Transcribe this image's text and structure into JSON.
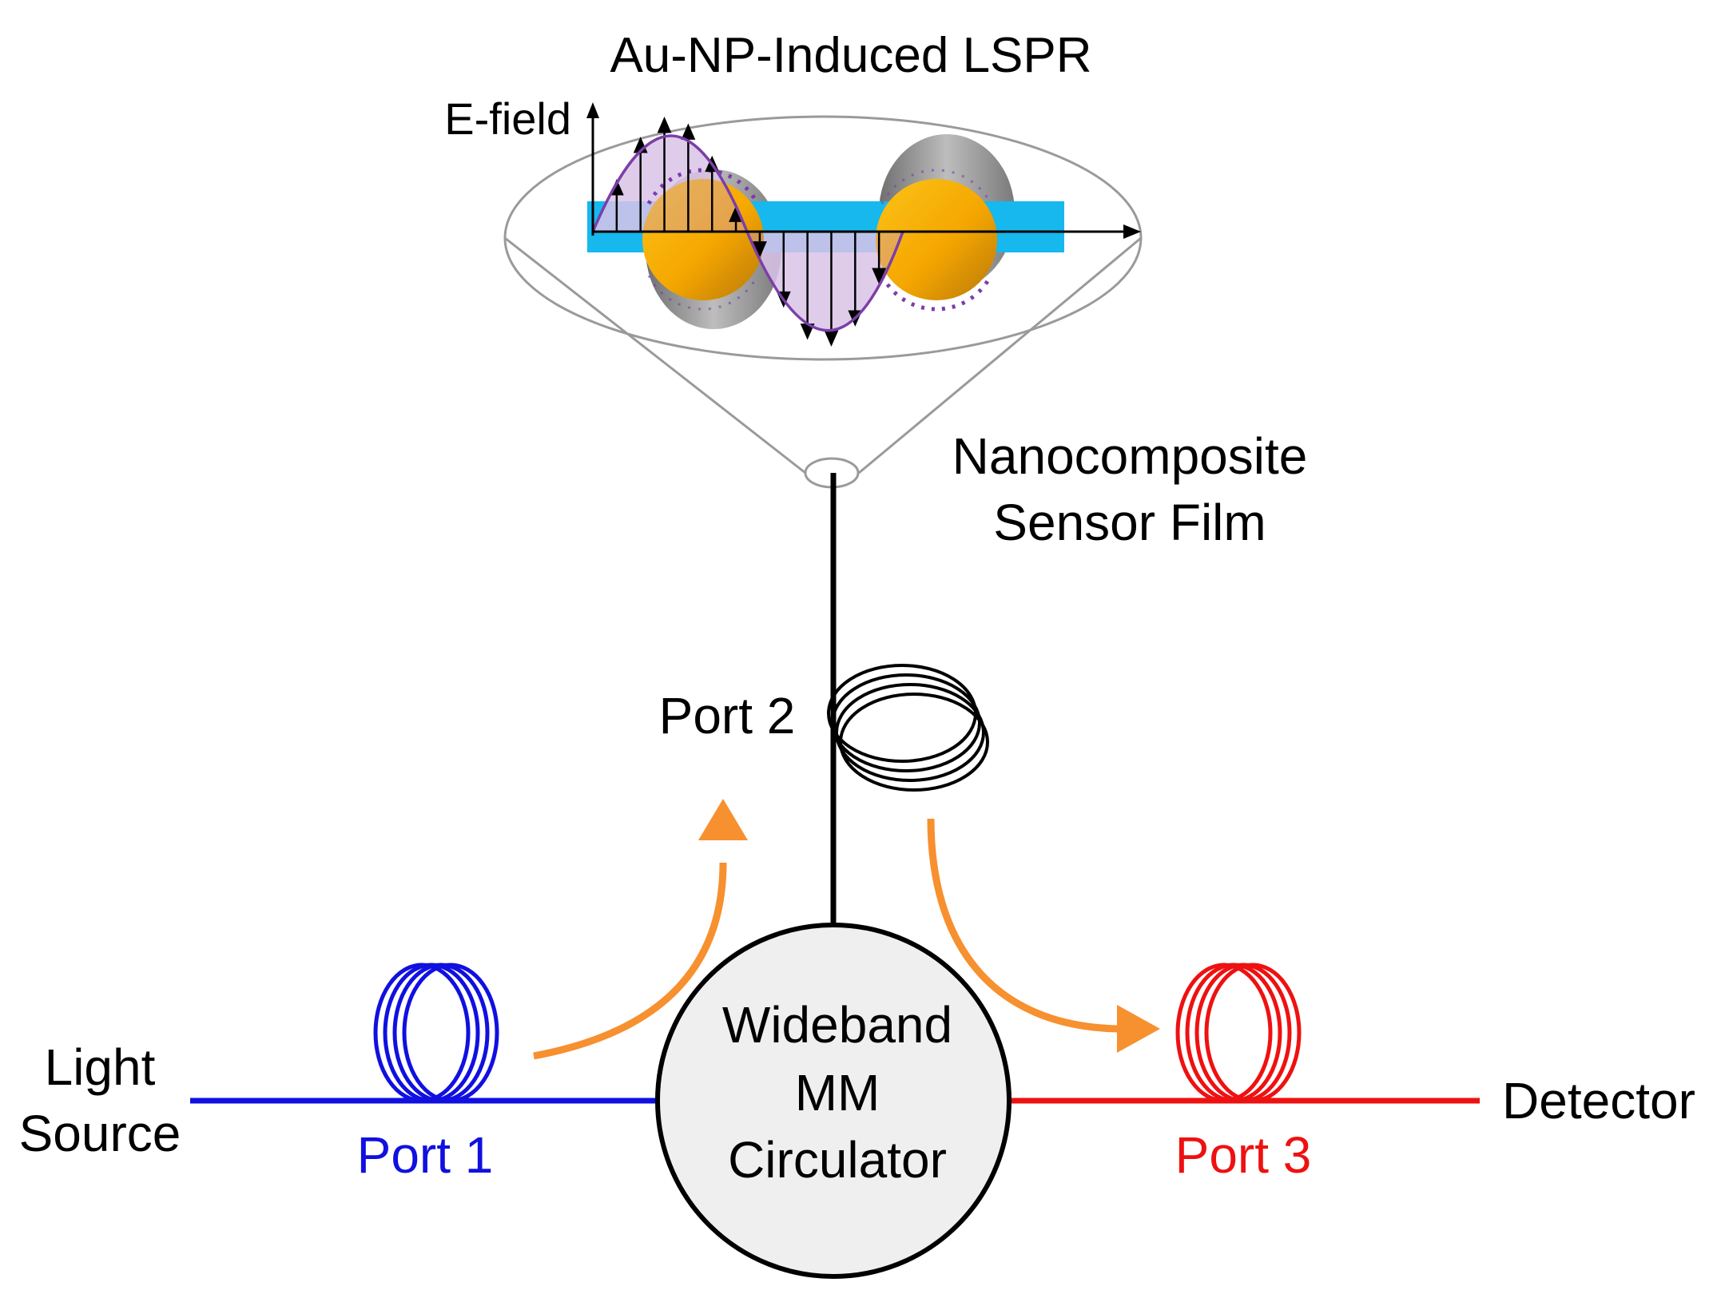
{
  "labels": {
    "title": "Au-NP-Induced LSPR",
    "efield": "E-field",
    "sensor_line1": "Nanocomposite",
    "sensor_line2": "Sensor Film",
    "port2": "Port 2",
    "light_line1": "Light",
    "light_line2": "Source",
    "port1": "Port 1",
    "circ_line1": "Wideband",
    "circ_line2": "MM",
    "circ_line3": "Circulator",
    "port3": "Port 3",
    "detector": "Detector"
  },
  "colors": {
    "port1": "#1010e0",
    "port3": "#ee1111",
    "flow_arrow": "#f7902f",
    "film": "#16b8ee",
    "nanoparticle": "#f7ad06",
    "wave_fill": "#d9c3e8",
    "wave_line": "#7b3fa8",
    "circulator_fill": "#efefef"
  }
}
